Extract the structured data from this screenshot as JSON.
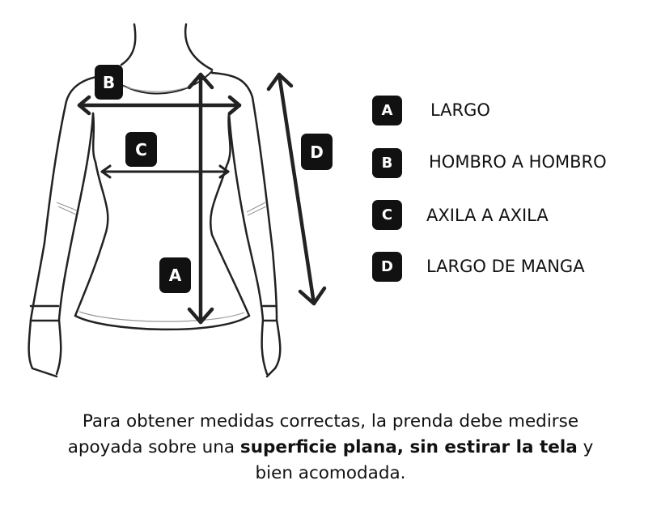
{
  "figure": {
    "badges": {
      "a": "A",
      "b": "B",
      "c": "C",
      "d": "D"
    }
  },
  "legend": [
    {
      "key": "A",
      "label": "LARGO"
    },
    {
      "key": "B",
      "label": "HOMBRO A HOMBRO"
    },
    {
      "key": "C",
      "label": "AXILA A AXILA"
    },
    {
      "key": "D",
      "label": "LARGO DE MANGA"
    }
  ],
  "note": {
    "line1": "Para obtener medidas correctas, la prenda debe medirse",
    "line2_pre": "apoyada sobre una ",
    "line2_bold": "superficie plana, sin estirar la tela",
    "line2_post": " y",
    "line3": "bien acomodada."
  },
  "colors": {
    "ink": "#111111",
    "outline": "#222222"
  }
}
